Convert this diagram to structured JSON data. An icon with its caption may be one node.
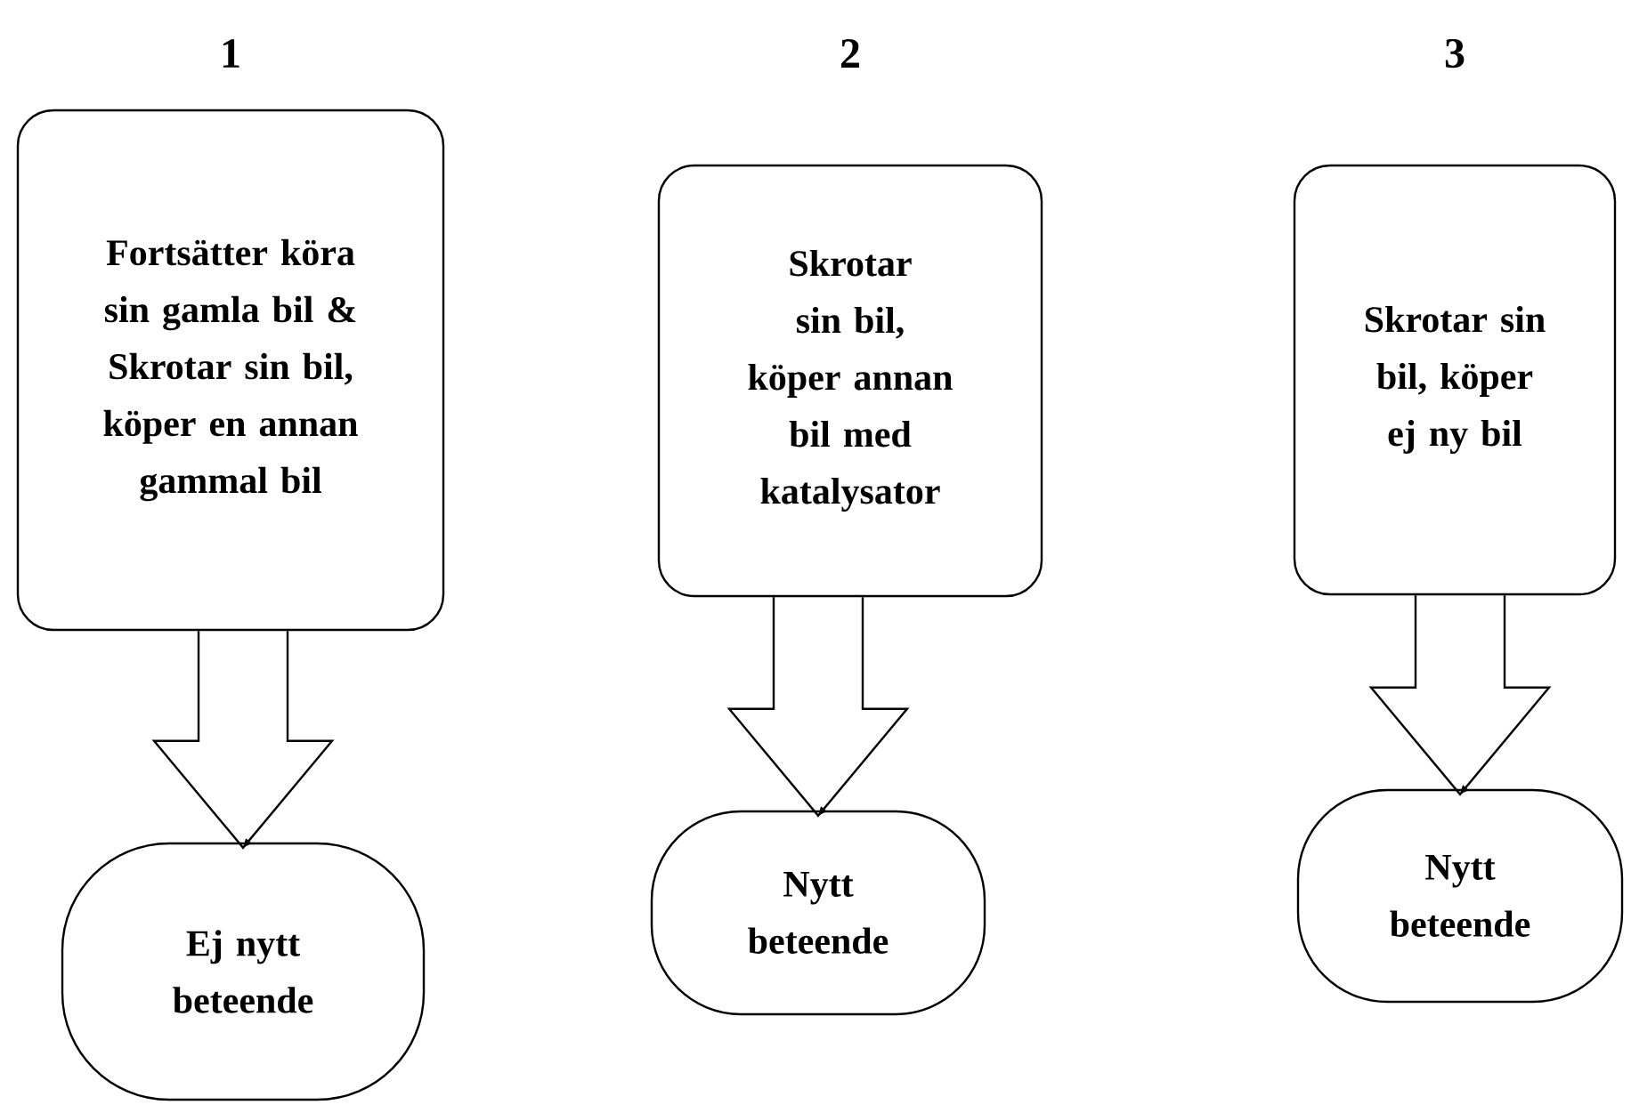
{
  "diagram": {
    "nodes": [
      {
        "text": [
          "1",
          "Fortsätter köra sin gamla bil & Skrotar sin bil, köper en annan gammal bil"
        ]
      },
      {
        "text": [
          "2",
          "Skrotar sin bil, köper annan bil med katalysator"
        ]
      },
      {
        "text": [
          "3",
          "Skrotar sin bil, köper ej ny bil"
        ]
      },
      {
        "text": [
          "Ej nytt beteende"
        ]
      },
      {
        "text": [
          "Nytt beteende"
        ]
      },
      {
        "text": [
          "Nytt beteende"
        ]
      }
    ],
    "edges": [
      {
        "from": 0,
        "to": 3,
        "arrow": "to"
      },
      {
        "from": 1,
        "to": 4,
        "arrow": "to"
      },
      {
        "from": 2,
        "to": 5,
        "arrow": "to"
      }
    ]
  }
}
